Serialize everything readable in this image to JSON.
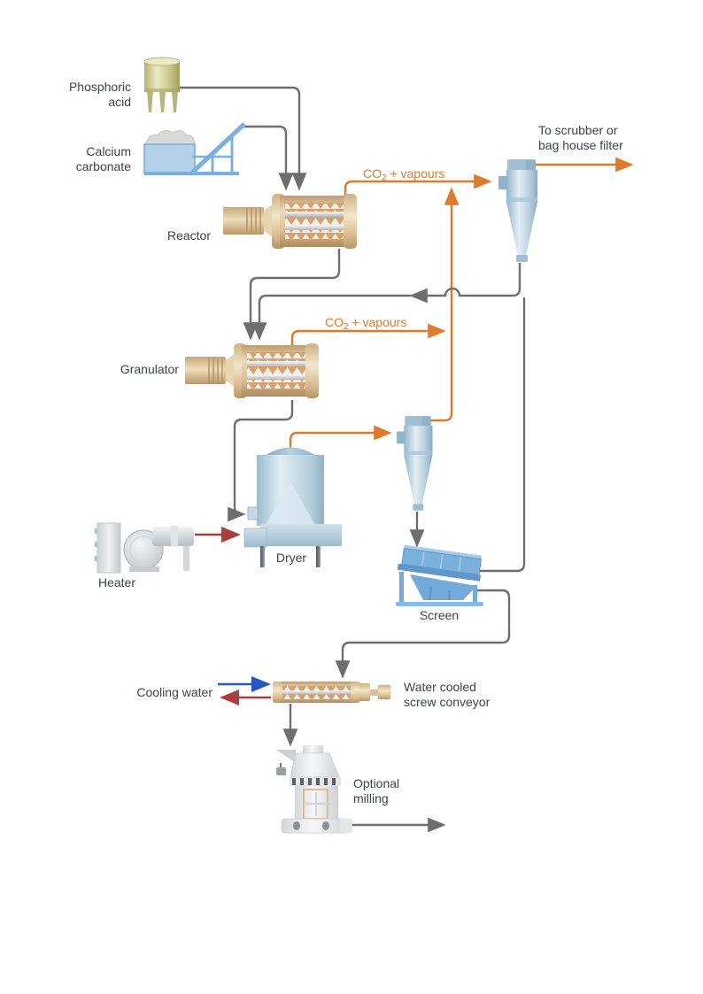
{
  "labels": {
    "phosphoric_acid": "Phosphoric\nacid",
    "calcium_carbonate": "Calcium\ncarbonate",
    "reactor": "Reactor",
    "granulator": "Granulator",
    "dryer": "Dryer",
    "heater": "Heater",
    "screen": "Screen",
    "cooling_water": "Cooling water",
    "screw_conveyor": "Water cooled\nscrew conveyor",
    "optional_milling": "Optional\nmilling",
    "to_scrubber": "To scrubber or\nbag house filter"
  },
  "streams": {
    "co2_vapours": {
      "prefix": "CO",
      "sub": "2",
      "suffix": " + vapours"
    }
  },
  "colors": {
    "flow_line_gray": "#6e6e6e",
    "vapour_orange": "#dd7a2c",
    "hot_air_red": "#a83e3e",
    "cooling_water_blue": "#2257c4",
    "label_text": "#3d434d",
    "equipment_tan": "#dcc098",
    "equipment_blue": "#7cb0dc",
    "vessel_blue_gray": "#b5cedc",
    "tank_olive": "#d2cd92",
    "background": "#ffffff"
  }
}
